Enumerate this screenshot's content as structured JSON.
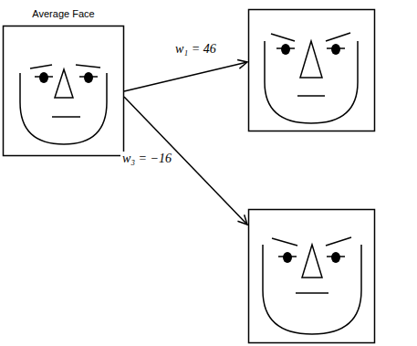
{
  "diagram": {
    "nodes": [
      {
        "text": [
          "Average Face"
        ]
      }
    ],
    "labels": [
      "w₁ = 46",
      "w₃ = −16"
    ]
  }
}
